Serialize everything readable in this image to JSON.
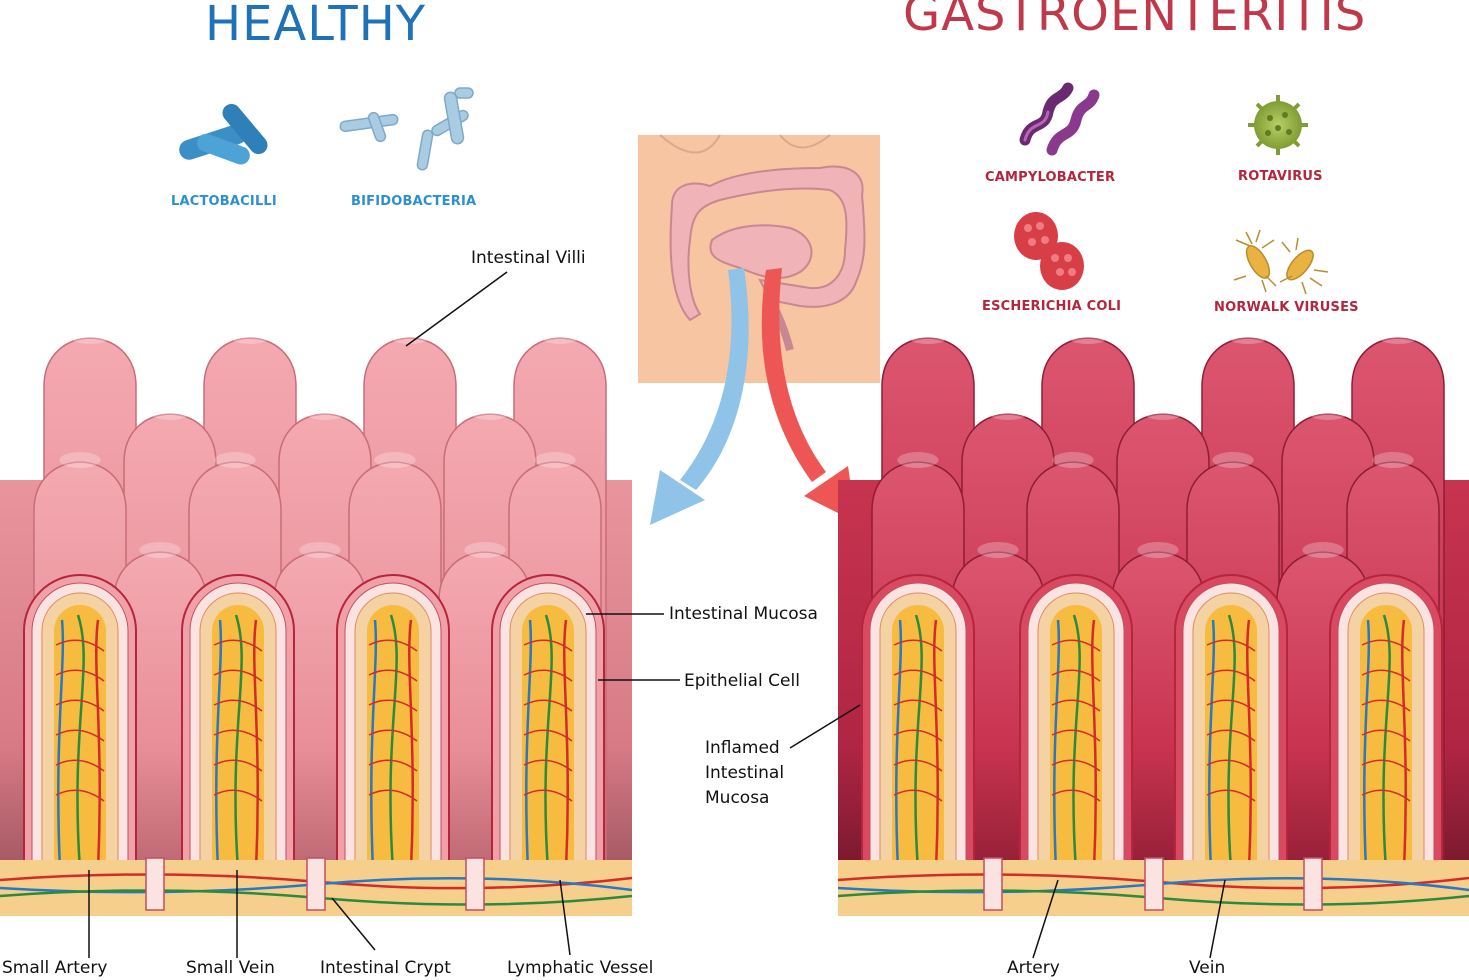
{
  "colors": {
    "healthy_title": "#1f72b8",
    "gastro_title": "#c0394a",
    "healthy_microbe_label": "#2b8fd0",
    "gastro_microbe_label": "#b3263c",
    "healthy_villi": "#e58c95",
    "inflamed_villi": "#cc3d56",
    "arrow_healthy": "#8fc3e8",
    "arrow_gastro": "#ee5655"
  },
  "titles": {
    "healthy": "HEALTHY",
    "gastroenteritis": "GASTROENTERITIS"
  },
  "microbes": {
    "healthy": [
      {
        "label": "LACTOBACILLI",
        "icon": "lactobacilli-icon"
      },
      {
        "label": "BIFIDOBACTERIA",
        "icon": "bifidobacteria-icon"
      }
    ],
    "gastroenteritis": [
      {
        "label": "CAMPYLOBACTER",
        "icon": "campylobacter-icon"
      },
      {
        "label": "ROTAVIRUS",
        "icon": "rotavirus-icon"
      },
      {
        "label": "ESCHERICHIA COLI",
        "icon": "escherichia-coli-icon"
      },
      {
        "label": "NORWALK VIRUSES",
        "icon": "norwalk-viruses-icon"
      }
    ]
  },
  "callouts": {
    "intestinal_villi": "Intestinal Villi",
    "intestinal_mucosa": "Intestinal Mucosa",
    "epithelial_cell": "Epithelial Cell",
    "inflamed_mucosa": [
      "Inflamed",
      "Intestinal",
      "Mucosa"
    ],
    "small_artery": "Small Artery",
    "small_vein": "Small Vein",
    "intestinal_crypt": "Intestinal Crypt",
    "lymphatic_vessel": "Lymphatic Vessel",
    "artery": "Artery",
    "vein": "Vein"
  }
}
